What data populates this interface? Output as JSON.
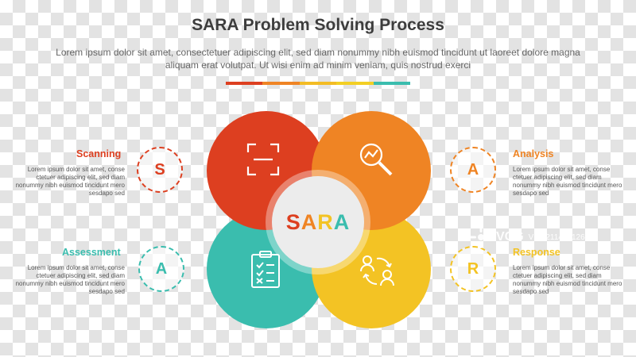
{
  "header": {
    "title": "SARA Problem Solving Process",
    "subtitle": "Lorem ipsum dolor sit amet, consectetuer adipiscing elit, sed diam nonummy nibh euismod tincidunt ut laoreet dolore magna aliquam erat volutpat. Ut wisi enim ad minim veniam, quis nostrud exerci",
    "bar_colors": [
      "#dd3f20",
      "#ef8424",
      "#f3bc24",
      "#f3cf24",
      "#3abdae"
    ]
  },
  "center": {
    "letters": [
      "S",
      "A",
      "R",
      "A"
    ]
  },
  "steps": {
    "scanning": {
      "label": "Scanning",
      "letter": "S",
      "color": "#dd3f20",
      "icon": "scan-frame-icon",
      "desc": "Lorem ipsum dolor sit amet, conse ctetuer adipiscing elit, sed diam nonummy nibh euismod tincidunt mero sesdapo sed"
    },
    "analysis": {
      "label": "Analysis",
      "letter": "A",
      "color": "#ef8424",
      "icon": "magnifier-analysis-icon",
      "desc": "Lorem ipsum dolor sit amet, conse ctetuer adipiscing elit, sed diam nonummy nibh euismod tincidunt mero sesdapo sed"
    },
    "assessment": {
      "label": "Assessment",
      "letter": "A",
      "color": "#3abdae",
      "icon": "clipboard-checklist-icon",
      "desc": "Lorem ipsum dolor sit amet, conse ctetuer adipiscing elit, sed diam nonummy nibh euismod tincidunt mero sesdapo sed"
    },
    "response": {
      "label": "Response",
      "letter": "R",
      "color": "#f3c324",
      "icon": "people-exchange-icon",
      "desc": "Lorem ipsum dolor sit amet, conse ctetuer adipiscing elit, sed diam nonummy nibh euismod tincidunt mero sesdapo sed"
    }
  },
  "watermark": {
    "brand": "VCG",
    "id": "VCG211489126343"
  }
}
